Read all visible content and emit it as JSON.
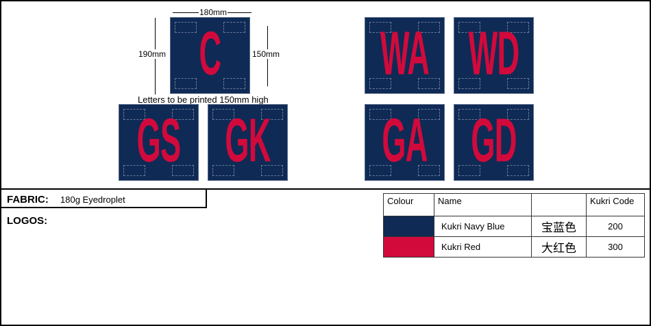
{
  "colors": {
    "navy": "#0f2a55",
    "red": "#d20a3c"
  },
  "dimensions": {
    "width": "180mm",
    "height": "190mm",
    "letter_height": "150mm",
    "note": "Letters to be printed 150mm high"
  },
  "bibs": [
    {
      "label": "C"
    },
    {
      "label": "GS"
    },
    {
      "label": "GK"
    },
    {
      "label": "WA"
    },
    {
      "label": "WD"
    },
    {
      "label": "GA"
    },
    {
      "label": "GD"
    }
  ],
  "fabric": {
    "label": "FABRIC:",
    "value": "180g Eyedroplet"
  },
  "logos": {
    "label": "LOGOS:"
  },
  "colour_table": {
    "headers": [
      "Colour",
      "Name",
      "",
      "Kukri Code"
    ],
    "rows": [
      {
        "swatch": "#0f2a55",
        "name": "Kukri Navy Blue",
        "chinese": "宝蓝色",
        "code": "200"
      },
      {
        "swatch": "#d20a3c",
        "name": "Kukri Red",
        "chinese": "大红色",
        "code": "300"
      }
    ]
  }
}
